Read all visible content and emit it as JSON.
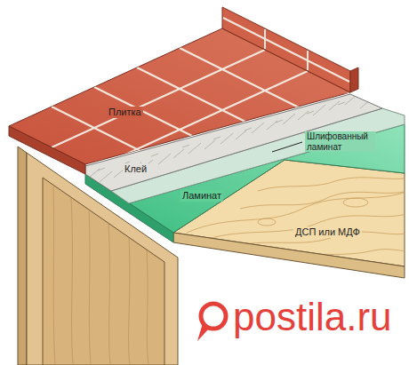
{
  "diagram": {
    "labels": [
      "Плитка",
      "Клей",
      "Шлифованный ламинат",
      "Ламинат",
      "ДСП или МДФ",
      "postila.ru"
    ]
  }
}
